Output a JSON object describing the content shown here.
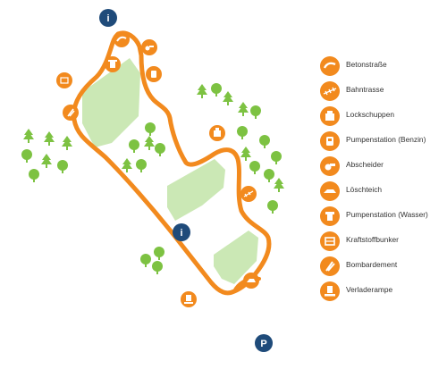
{
  "colors": {
    "route": "#f28a1e",
    "area": "#cbe8b5",
    "tree": "#7dc242",
    "marker": "#1f4b7a",
    "text": "#333333"
  },
  "map": {
    "info_marker_label": "i",
    "parking_marker_label": "P"
  },
  "legend": {
    "items": [
      {
        "label": "Betonstraße",
        "icon": "road-icon"
      },
      {
        "label": "Bahntrasse",
        "icon": "railway-icon"
      },
      {
        "label": "Lockschuppen",
        "icon": "locomotive-shed-icon"
      },
      {
        "label": "Pumpenstation (Benzin)",
        "icon": "fuel-pump-icon"
      },
      {
        "label": "Abscheider",
        "icon": "separator-icon"
      },
      {
        "label": "Löschteich",
        "icon": "fire-pond-icon"
      },
      {
        "label": "Pumpenstation (Wasser)",
        "icon": "water-pump-icon"
      },
      {
        "label": "Kraftstoffbunker",
        "icon": "fuel-bunker-icon"
      },
      {
        "label": "Bombardement",
        "icon": "bombing-icon"
      },
      {
        "label": "Verladerampe",
        "icon": "loading-ramp-icon"
      }
    ]
  }
}
